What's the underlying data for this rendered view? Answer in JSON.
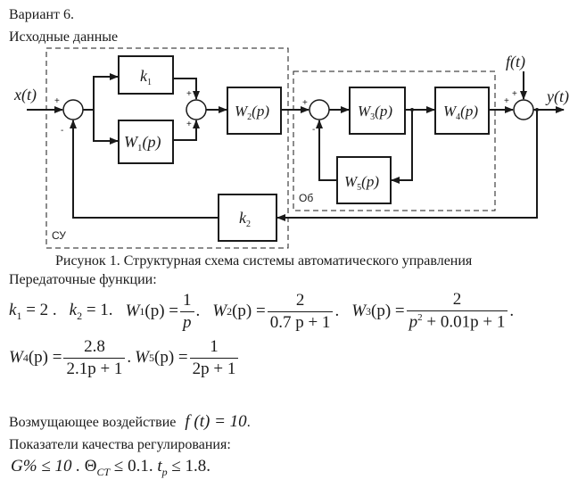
{
  "header": {
    "variant": "Вариант 6.",
    "section": "Исходные данные"
  },
  "diagram": {
    "input_signal": "x(t)",
    "output_signal": "y(t)",
    "disturbance_signal": "f(t)",
    "regions": [
      {
        "id": "control_system",
        "label": "СУ"
      },
      {
        "id": "plant",
        "label": "Об"
      }
    ],
    "blocks": [
      {
        "id": "k1",
        "label": "k",
        "sub": "1"
      },
      {
        "id": "W1",
        "label": "W",
        "sub": "1",
        "arg": "(p)"
      },
      {
        "id": "W2",
        "label": "W",
        "sub": "2",
        "arg": "(p)"
      },
      {
        "id": "W3",
        "label": "W",
        "sub": "3",
        "arg": "(p)"
      },
      {
        "id": "W4",
        "label": "W",
        "sub": "4",
        "arg": "(p)"
      },
      {
        "id": "W5",
        "label": "W",
        "sub": "5",
        "arg": "(p)"
      },
      {
        "id": "k2",
        "label": "k",
        "sub": "2"
      }
    ],
    "summers": [
      {
        "id": "sum1",
        "signs": [
          "+",
          "-"
        ]
      },
      {
        "id": "sum2",
        "signs": [
          "+",
          "+"
        ]
      },
      {
        "id": "sum3",
        "signs": [
          "+",
          "-"
        ]
      },
      {
        "id": "sum4",
        "signs": [
          "+",
          "+"
        ]
      }
    ],
    "caption": "Рисунок 1. Структурная схема системы автоматического управления"
  },
  "transfer_functions": {
    "heading": "Передаточные функции:",
    "k1": {
      "name": "k",
      "sub": "1",
      "value": "= 2 ."
    },
    "k2": {
      "name": "k",
      "sub": "2",
      "value": "= 1."
    },
    "W1": {
      "name": "W",
      "sub": "1",
      "arg": "(p) =",
      "num": "1",
      "den": "p",
      "end": "."
    },
    "W2": {
      "name": "W",
      "sub": "2",
      "arg": "(p) =",
      "num": "2",
      "den": "0.7 p + 1",
      "end": "."
    },
    "W3": {
      "name": "W",
      "sub": "3",
      "arg": "(p) =",
      "num": "2",
      "den_a": "p",
      "den_sup": "2",
      "den_b": " + 0.01p + 1",
      "end": "."
    },
    "W4": {
      "name": "W",
      "sub": "4",
      "arg": "(p) =",
      "num": "2.8",
      "den": "2.1p + 1",
      "end": "."
    },
    "W5": {
      "name": "W",
      "sub": "5",
      "arg": "(p) =",
      "num": "1",
      "den": "2p + 1"
    }
  },
  "disturbance": {
    "label": "Возмущающее воздействие",
    "expr": "f (t) = 10",
    "end": "."
  },
  "quality": {
    "heading": "Показатели качества регулирования:",
    "overshoot": "G% ≤ 10 .",
    "steady_error_sym": "Θ",
    "steady_error_sub": "CT",
    "steady_error_val": "≤ 0.1.",
    "settle_sym": "t",
    "settle_sub": "p",
    "settle_val": "≤ 1.8."
  }
}
